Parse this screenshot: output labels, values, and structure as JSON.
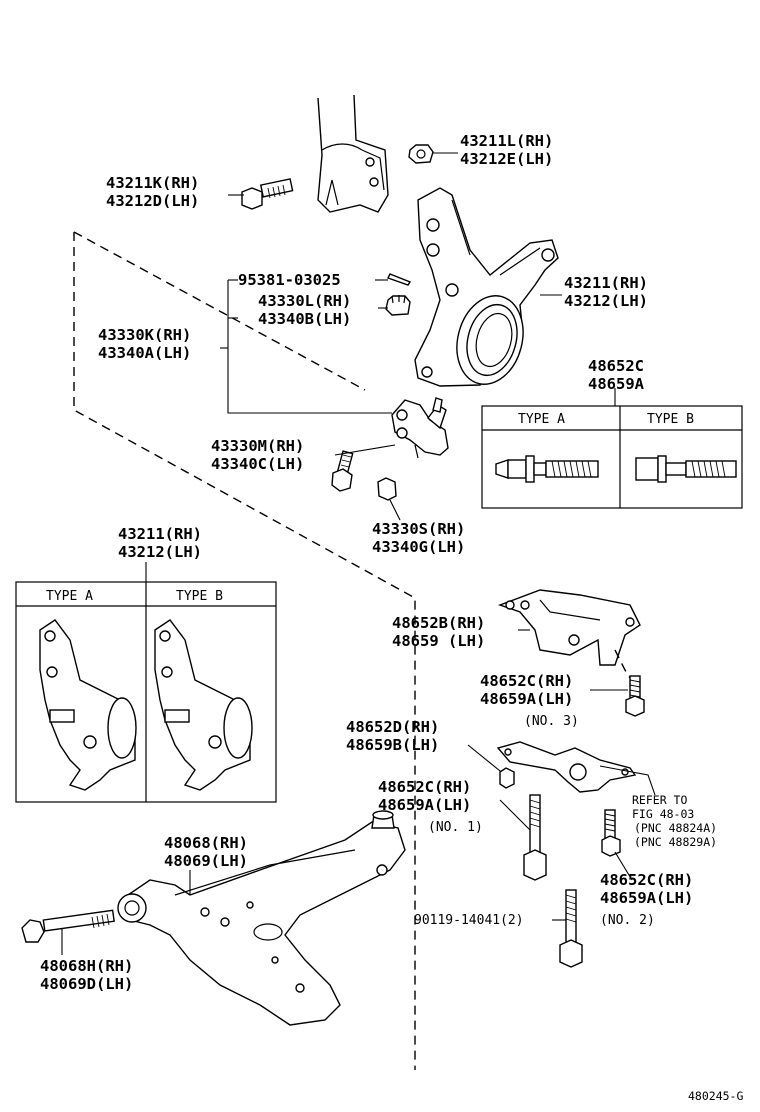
{
  "labels": {
    "p43211L": "43211L(RH)",
    "p43212E": "43212E(LH)",
    "p43211K": "43211K(RH)",
    "p43212D": "43212D(LH)",
    "p95381": "95381-03025",
    "p43330L": "43330L(RH)",
    "p43340B": "43340B(LH)",
    "p43330K": "43330K(RH)",
    "p43340A": "43340A(LH)",
    "p43211": "43211(RH)",
    "p43212": "43212(LH)",
    "p48652C_top": "48652C",
    "p48659A_top": "48659A",
    "p43330M": "43330M(RH)",
    "p43340C": "43340C(LH)",
    "p43330S": "43330S(RH)",
    "p43340G": "43340G(LH)",
    "p43211_b": "43211(RH)",
    "p43212_b": "43212(LH)",
    "p48652B": "48652B(RH)",
    "p48659": "48659  (LH)",
    "p48652C_3": "48652C(RH)",
    "p48659A_3": "48659A(LH)",
    "no3": "(NO. 3)",
    "p48652D": "48652D(RH)",
    "p48659B": "48659B(LH)",
    "p48652C_1": "48652C(RH)",
    "p48659A_1": "48659A(LH)",
    "no1": "(NO. 1)",
    "refer1": "REFER TO",
    "refer2": "FIG 48-03",
    "pnc1": "(PNC 48824A)",
    "pnc2": "(PNC 48829A)",
    "p48652C_2": "48652C(RH)",
    "p48659A_2": "48659A(LH)",
    "no2": "(NO. 2)",
    "p90119": "90119-14041(2)",
    "p48068": "48068(RH)",
    "p48069": "48069(LH)",
    "p48068H": "48068H(RH)",
    "p48069D": "48069D(LH)",
    "figcode": "480245-G"
  },
  "type_boxes": {
    "right_a": "TYPE  A",
    "right_b": "TYPE  B",
    "left_a": "TYPE  A",
    "left_b": "TYPE  B"
  }
}
